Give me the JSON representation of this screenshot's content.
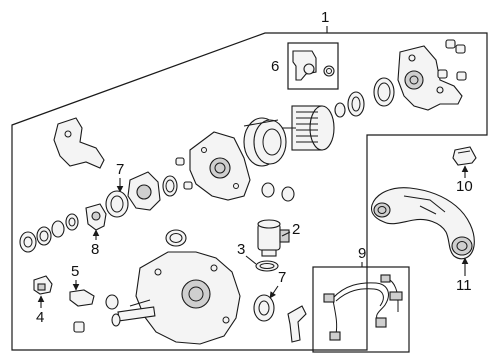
{
  "diagram": {
    "callouts": [
      {
        "id": "1",
        "label": "1"
      },
      {
        "id": "2",
        "label": "2"
      },
      {
        "id": "3",
        "label": "3"
      },
      {
        "id": "4",
        "label": "4"
      },
      {
        "id": "5",
        "label": "5"
      },
      {
        "id": "6",
        "label": "6"
      },
      {
        "id": "7a",
        "label": "7"
      },
      {
        "id": "7b",
        "label": "7"
      },
      {
        "id": "8",
        "label": "8"
      },
      {
        "id": "9",
        "label": "9"
      },
      {
        "id": "10",
        "label": "10"
      },
      {
        "id": "11",
        "label": "11"
      }
    ]
  }
}
